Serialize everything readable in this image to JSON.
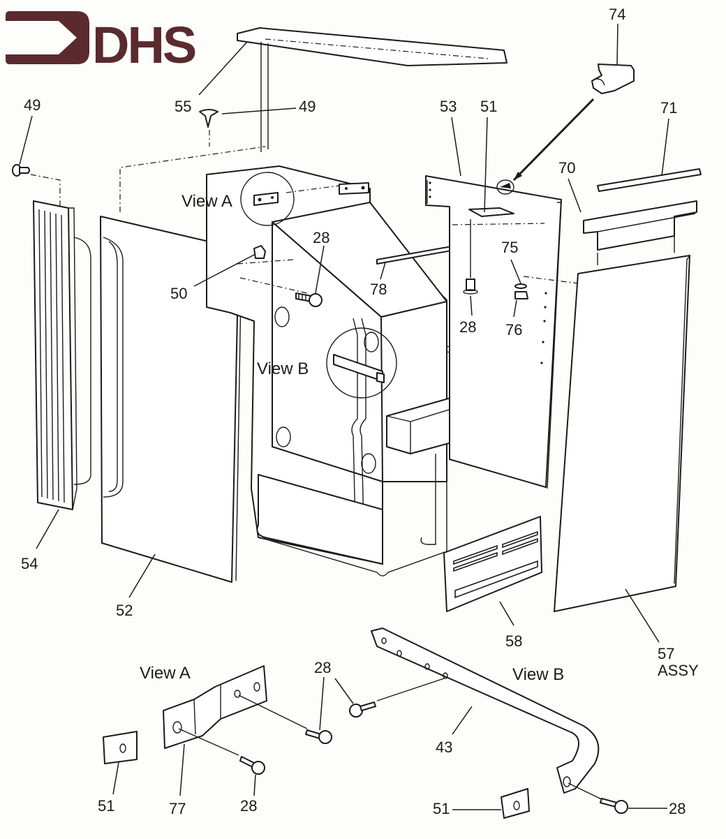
{
  "brand": {
    "name": "DHS",
    "color": "#5a2a2e"
  },
  "diagram": {
    "type": "exploded-parts-diagram",
    "subject": "Cabinet / casing assembly",
    "line_color": "#1b1b1b",
    "callouts": {
      "c49a": "49",
      "c49b": "49",
      "c55": "55",
      "c74": "74",
      "c53": "53",
      "c51a": "51",
      "c71": "71",
      "c70": "70",
      "c28a": "28",
      "c50": "50",
      "c78": "78",
      "c75": "75",
      "c28b": "28",
      "c76": "76",
      "c54": "54",
      "c52": "52",
      "c58": "58",
      "c57": "57",
      "c57sub": "ASSY",
      "c28c": "28",
      "c43": "43",
      "c51b": "51",
      "c77": "77",
      "c28d": "28",
      "c51c": "51",
      "c28e": "28"
    },
    "views": {
      "view_a_main": "View A",
      "view_b_main": "View B",
      "view_a_detail": "View A",
      "view_b_detail": "View B"
    }
  }
}
